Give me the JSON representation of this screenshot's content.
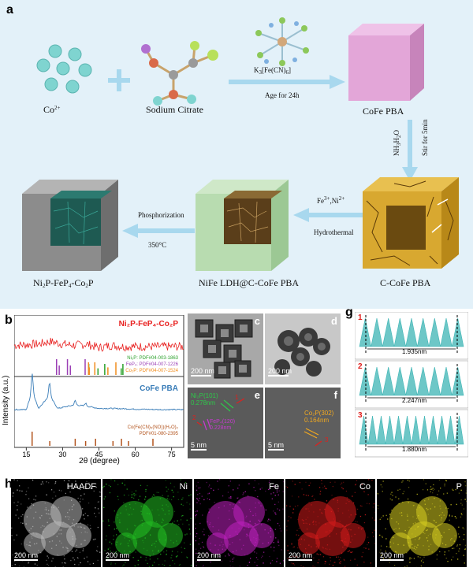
{
  "panel_a": {
    "label": "a",
    "cobalt_ion": "Co",
    "cobalt_charge": "2+",
    "sodium_citrate": "Sodium Citrate",
    "ferricyanide_k": "K",
    "ferricyanide_k_sub": "3",
    "ferricyanide_rest": "[Fe(CN)",
    "ferricyanide_cn_sub": "6",
    "ferricyanide_close": "]",
    "age_label": "Age for 24h",
    "cofe_pba": "CoFe PBA",
    "nh3_label": "NH",
    "nh3_sub": "3",
    "h2o_label": "H",
    "h2o_sub": "2",
    "h2o_o": "O",
    "stir_label": "Stir for 5min",
    "c_cofe_pba": "C-CoFe PBA",
    "fe_ni_fe": "Fe",
    "fe_ni_fe_sup": "3+",
    "fe_ni_ni": ",Ni",
    "fe_ni_ni_sup": "2+",
    "hydrothermal": "Hydrothermal",
    "nife_ldh": "NiFe LDH@C-CoFe PBA",
    "phosphorization": "Phosphorization",
    "temperature": "350°C",
    "final_ni": "Ni",
    "final_ni_sub": "2",
    "final_p_fep": "P-FeP",
    "final_fep_sub": "4",
    "final_co": "-Co",
    "final_co_sub": "2",
    "final_p": "P"
  },
  "panel_b": {
    "label": "b",
    "ylabel": "Intensity (a.u.)",
    "xlabel": "2θ (degree)",
    "top_sample": "Ni₂P-FeP₄-Co₂P",
    "bottom_sample": "CoFe PBA",
    "ref_ni2p": "Ni₂P: PDF#04-003-1863",
    "ref_fep4": "FeP₄: PDF#04-007-1226",
    "ref_co2p": "Co₂P: PDF#04-007-1524",
    "ref_cofe_1": "Co(Fe(CN)₅(NO))(H₂O)₂",
    "ref_cofe_2": "PDF#01-080-2395",
    "colors": {
      "top": "#e8201f",
      "bottom": "#3a7db8",
      "ni2p": "#2aa02a",
      "fep4": "#9b3fb5",
      "co2p": "#f08c1c",
      "cofe_ref": "#b3541e"
    }
  },
  "chart_data": {
    "type": "line",
    "title": "",
    "xlabel": "2θ (degree)",
    "ylabel": "Intensity (a.u.)",
    "xlim": [
      10,
      80
    ],
    "xticks": [
      15,
      30,
      45,
      60,
      75
    ],
    "series": [
      {
        "name": "Ni₂P-FeP₄-Co₂P",
        "x": [
          10,
          20,
          25,
          30,
          35,
          40,
          45,
          50,
          55,
          60,
          70,
          80
        ],
        "values": [
          0.55,
          0.6,
          0.7,
          0.6,
          0.55,
          0.6,
          0.45,
          0.55,
          0.5,
          0.5,
          0.5,
          0.5
        ]
      },
      {
        "name": "CoFe PBA",
        "x": [
          10,
          15,
          17.5,
          20,
          24.6,
          28,
          35,
          39.6,
          45,
          50,
          60,
          70,
          80
        ],
        "values": [
          0.2,
          0.2,
          1.0,
          0.25,
          0.8,
          0.25,
          0.4,
          0.35,
          0.25,
          0.25,
          0.22,
          0.2,
          0.2
        ]
      }
    ],
    "reference_peaks": {
      "Ni₂P": [
        40.8,
        44.6,
        47.4,
        54.2,
        54.9
      ],
      "FeP₄": [
        27.5,
        28.6,
        32.0,
        33.2,
        39.3
      ],
      "Co₂P": [
        40.7,
        41.0,
        43.3,
        48.7,
        52.0
      ],
      "Co(Fe(CN)₅(NO))(H₂O)₂": [
        17.4,
        24.7,
        35.2,
        39.5,
        43.6,
        50.8,
        54.3,
        57.2,
        67.3
      ]
    }
  },
  "panel_c": {
    "label": "c",
    "scale": "200 nm"
  },
  "panel_d": {
    "label": "d",
    "scale": "200 nm"
  },
  "panel_e": {
    "label": "e",
    "scale": "5 nm",
    "plane1": "Ni₂P(101)",
    "plane1_d": "0.278nm",
    "plane2": "FeP₄(120)",
    "plane2_d": "0.228nm",
    "marker1": "1",
    "marker2": "2"
  },
  "panel_f": {
    "label": "f",
    "scale": "5 nm",
    "plane": "Co₂P(302)",
    "plane_d": "0.164nm",
    "marker": "3"
  },
  "panel_g": {
    "label": "g",
    "profiles": [
      {
        "index": "1",
        "distance": "1.935nm"
      },
      {
        "index": "2",
        "distance": "2.247nm"
      },
      {
        "index": "3",
        "distance": "1.880nm"
      }
    ],
    "color": "#3cb4b4"
  },
  "panel_h": {
    "label": "h",
    "maps": [
      {
        "title": "HAADF",
        "scale": "200 nm",
        "color": "#bcbcbc"
      },
      {
        "title": "Ni",
        "scale": "200 nm",
        "color": "#22c022"
      },
      {
        "title": "Fe",
        "scale": "200 nm",
        "color": "#c020c0"
      },
      {
        "title": "Co",
        "scale": "200 nm",
        "color": "#d41c1c"
      },
      {
        "title": "P",
        "scale": "200 nm",
        "color": "#d8d020"
      }
    ]
  }
}
